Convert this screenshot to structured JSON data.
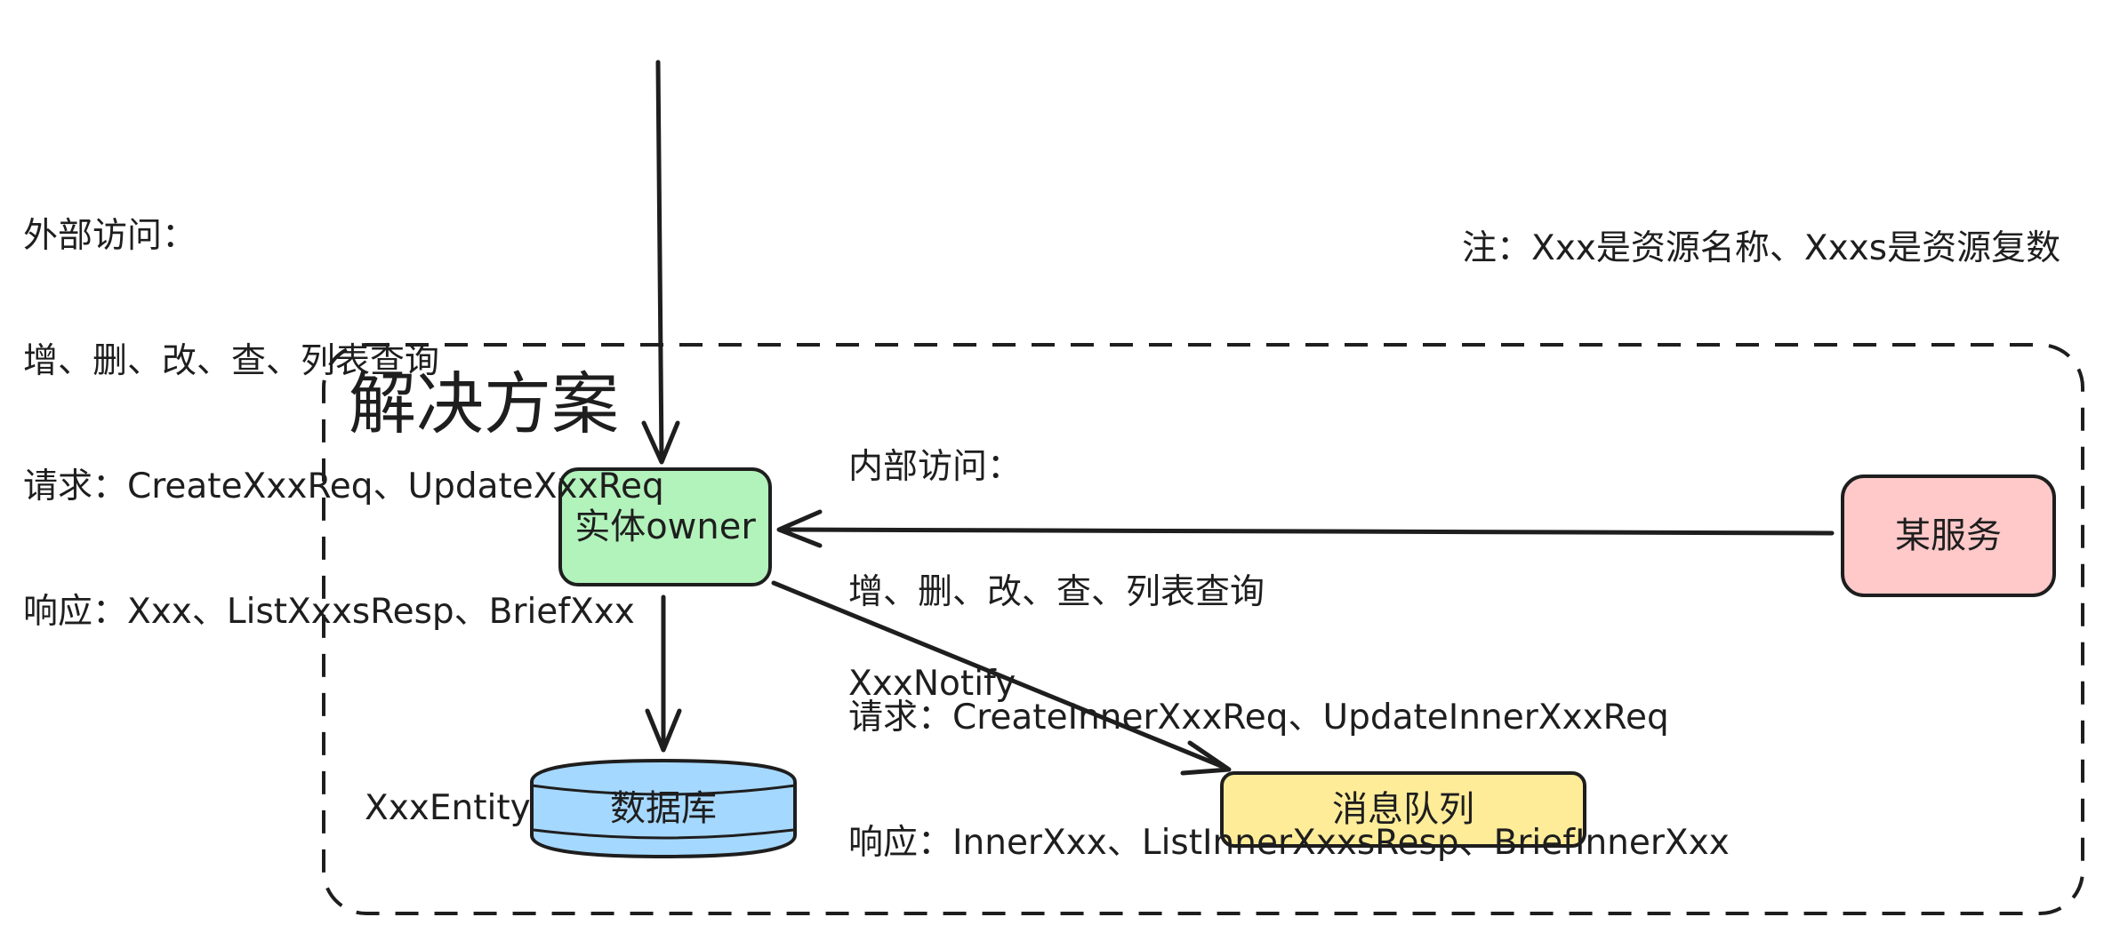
{
  "external_access": {
    "lines": [
      "外部访问：",
      "增、删、改、查、列表查询",
      "请求：CreateXxxReq、UpdateXxxReq",
      "响应：Xxx、ListXxxsResp、BriefXxx"
    ]
  },
  "note": "注：Xxx是资源名称、Xxxs是资源复数",
  "solution_box": {
    "title": "解决方案"
  },
  "internal_access": {
    "lines": [
      "内部访问：",
      "增、删、改、查、列表查询",
      "请求：CreateInnerXxxReq、UpdateInnerXxxReq",
      "响应：InnerXxx、ListInnerXxxsResp、BriefInnerXxx"
    ]
  },
  "nodes": {
    "entity_owner": {
      "label": "实体owner",
      "color": "#b2f2bb"
    },
    "some_service": {
      "label": "某服务",
      "color": "#ffc9c9"
    },
    "database": {
      "label": "数据库",
      "color": "#a5d8ff"
    },
    "message_queue": {
      "label": "消息队列",
      "color": "#ffec99"
    }
  },
  "edge_labels": {
    "db_edge": "XxxEntity",
    "mq_edge": "XxxNotify"
  }
}
